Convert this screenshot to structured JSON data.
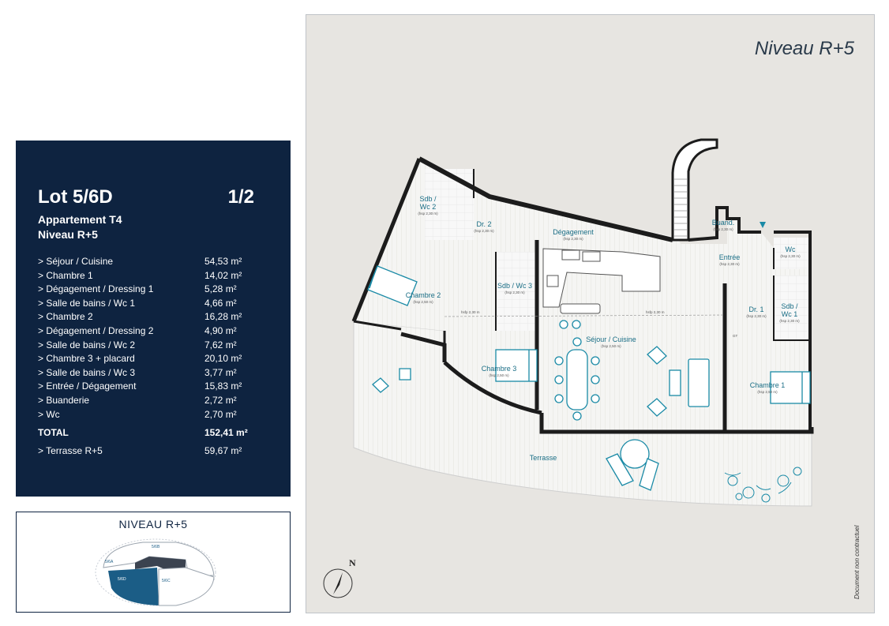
{
  "lot": {
    "title": "Lot 5/6D",
    "fraction": "1/2",
    "type": "Appartement T4",
    "level": "Niveau R+5"
  },
  "surfaces": [
    {
      "label": "> Séjour / Cuisine",
      "value": "54,53 m²"
    },
    {
      "label": "> Chambre 1",
      "value": "14,02 m²"
    },
    {
      "label": "> Dégagement / Dressing 1",
      "value": "5,28 m²"
    },
    {
      "label": "> Salle de bains / Wc 1",
      "value": "4,66 m²"
    },
    {
      "label": "> Chambre 2",
      "value": "16,28 m²"
    },
    {
      "label": "> Dégagement / Dressing 2",
      "value": "4,90 m²"
    },
    {
      "label": "> Salle de bains / Wc 2",
      "value": "7,62 m²"
    },
    {
      "label": "> Chambre 3 + placard",
      "value": "20,10 m²"
    },
    {
      "label": "> Salle de bains / Wc 3",
      "value": "3,77 m²"
    },
    {
      "label": "> Entrée / Dégagement",
      "value": "15,83 m²"
    },
    {
      "label": "> Buanderie",
      "value": "2,72 m²"
    },
    {
      "label": "> Wc",
      "value": "2,70 m²"
    }
  ],
  "total": {
    "label": "TOTAL",
    "value": "152,41 m²"
  },
  "terrace": {
    "label": "> Terrasse R+5",
    "value": "59,67 m²"
  },
  "mini_map": {
    "title": "NIVEAU R+5",
    "labels": [
      "5/6B",
      "5/6A",
      "5/6D",
      "5/6C"
    ]
  },
  "plan": {
    "title": "Niveau R+5",
    "disclaimer": "Document non contractuel",
    "north": "N",
    "rooms": {
      "sdb_wc2": {
        "name": "Sdb /",
        "name2": "Wc 2",
        "hsp": "(hsp 2,30 m)"
      },
      "dr2": {
        "name": "Dr. 2",
        "hsp": "(hsp 2,30 m)"
      },
      "degagement": {
        "name": "Dégagement",
        "hsp": "(hsp 2,30 m)"
      },
      "buand": {
        "name": "Buand.",
        "hsp": "(hsp 2,30 m)"
      },
      "entree": {
        "name": "Entrée",
        "hsp": "(hsp 2,30 m)"
      },
      "wc": {
        "name": "Wc",
        "hsp": "(hsp 2,30 m)"
      },
      "chambre2": {
        "name": "Chambre 2",
        "hsp": "(hsp 2,50 m)"
      },
      "sdb_wc3": {
        "name": "Sdb / Wc 3",
        "hsp": "(hsp 2,30 m)"
      },
      "dr1": {
        "name": "Dr. 1",
        "hsp": "(hsp 2,30 m)"
      },
      "sdb_wc1": {
        "name": "Sdb /",
        "name2": "Wc 1",
        "hsp": "(hsp 2,30 m)"
      },
      "sejour": {
        "name": "Séjour / Cuisine",
        "hsp": "(hsp 2,50 m)"
      },
      "chambre3": {
        "name": "Chambre 3",
        "hsp": "(hsp 2,50 m)"
      },
      "chambre1": {
        "name": "Chambre 1",
        "hsp": "(hsp 2,50 m)"
      },
      "terrasse": {
        "name": "Terrasse"
      }
    },
    "hsfp_labels": [
      "hsfp 2,30 m",
      "hsfp 2,30 m"
    ],
    "gt_label": "GT"
  },
  "colors": {
    "navy": "#0e2340",
    "accent": "#1a8aa6",
    "wall": "#1c1c1c",
    "floor": "#f4f4f2"
  }
}
